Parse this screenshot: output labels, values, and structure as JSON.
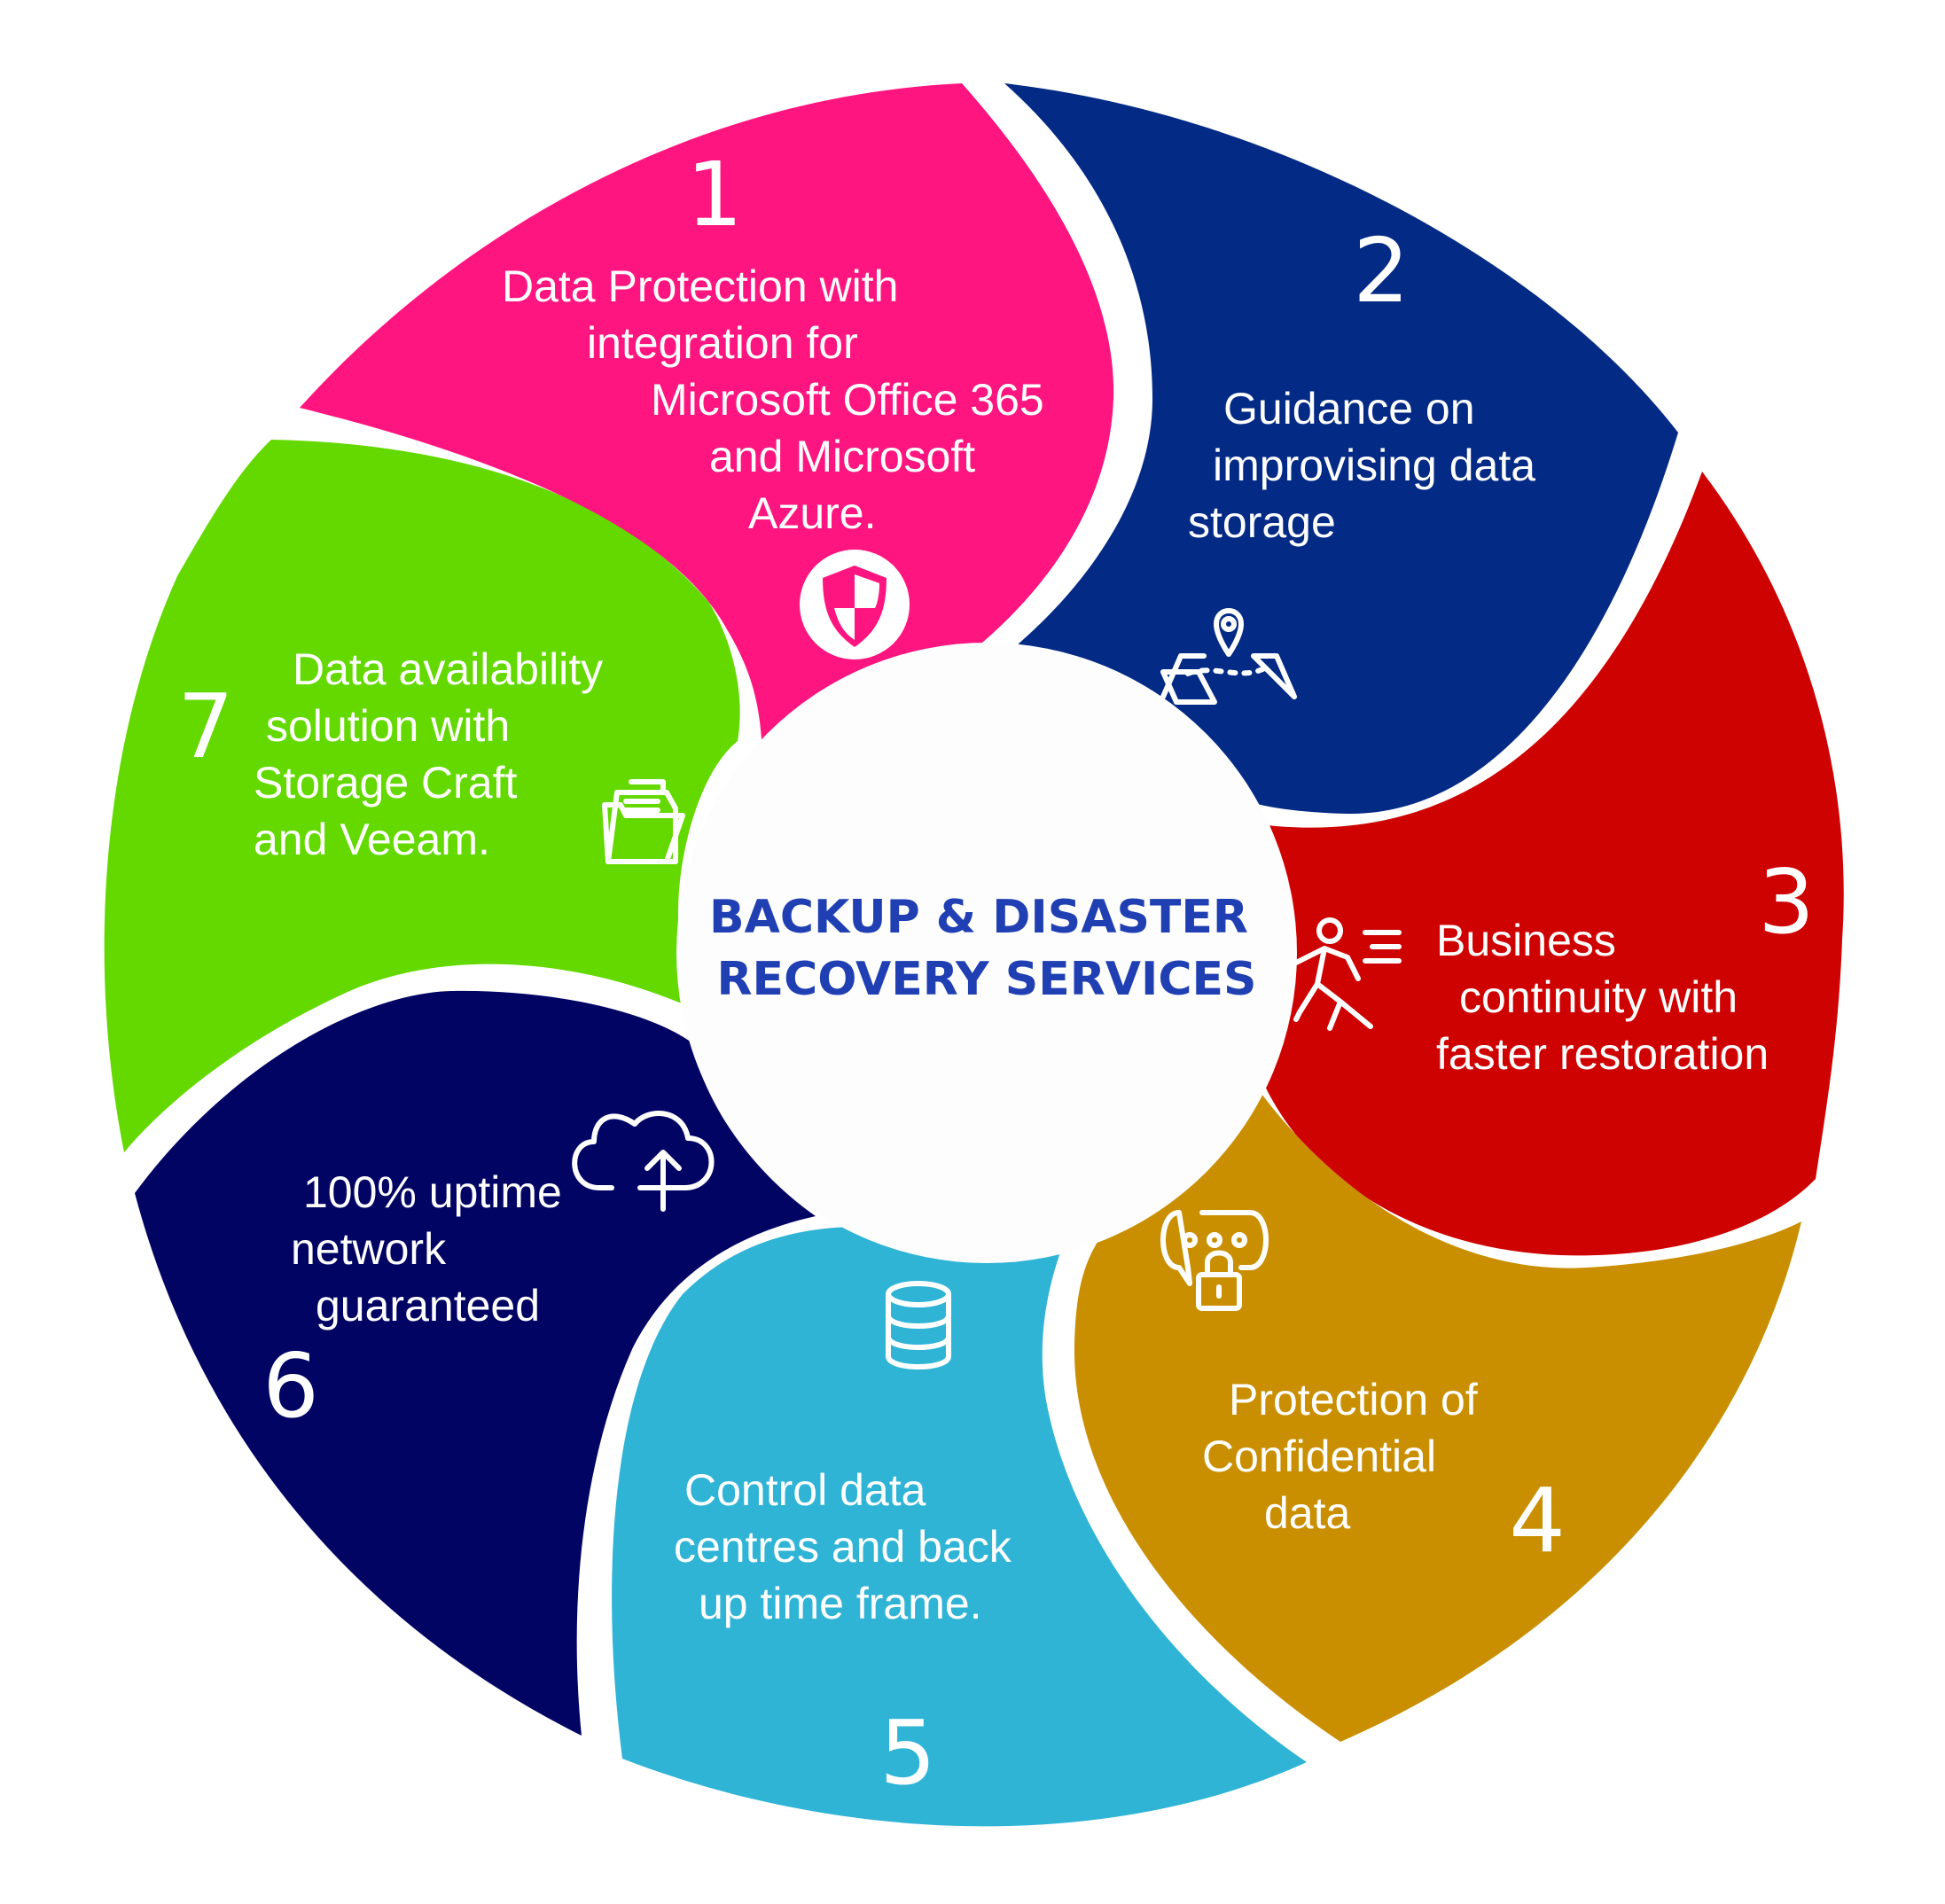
{
  "center": {
    "line1": "BACKUP & DISASTER",
    "line2": "RECOVERY SERVICES",
    "color": "#1f3fb3"
  },
  "segments": [
    {
      "number": "1",
      "color": "#ff1580",
      "icon": "shield-icon",
      "lines": [
        "Data Protection with",
        "integration for",
        "Microsoft Office 365",
        "and Microsoft",
        "Azure."
      ]
    },
    {
      "number": "2",
      "color": "#032a85",
      "icon": "map-pin-icon",
      "lines": [
        "Guidance on",
        "improvising data",
        "storage"
      ]
    },
    {
      "number": "3",
      "color": "#cf0202",
      "icon": "running-person-icon",
      "lines": [
        "Business",
        "continuity with",
        "faster restoration"
      ]
    },
    {
      "number": "4",
      "color": "#c98f00",
      "icon": "chat-lock-icon",
      "lines": [
        "Protection of",
        "Confidential",
        "data"
      ]
    },
    {
      "number": "5",
      "color": "#2fb4d6",
      "icon": "database-icon",
      "lines": [
        "Control data",
        "centres and back",
        "up time frame."
      ]
    },
    {
      "number": "6",
      "color": "#020464",
      "icon": "cloud-upload-icon",
      "lines": [
        "100% uptime",
        "network",
        "guaranteed"
      ]
    },
    {
      "number": "7",
      "color": "#63d900",
      "icon": "folder-documents-icon",
      "lines": [
        "Data availability",
        "solution with",
        "Storage Craft",
        "and  Veeam."
      ]
    }
  ]
}
